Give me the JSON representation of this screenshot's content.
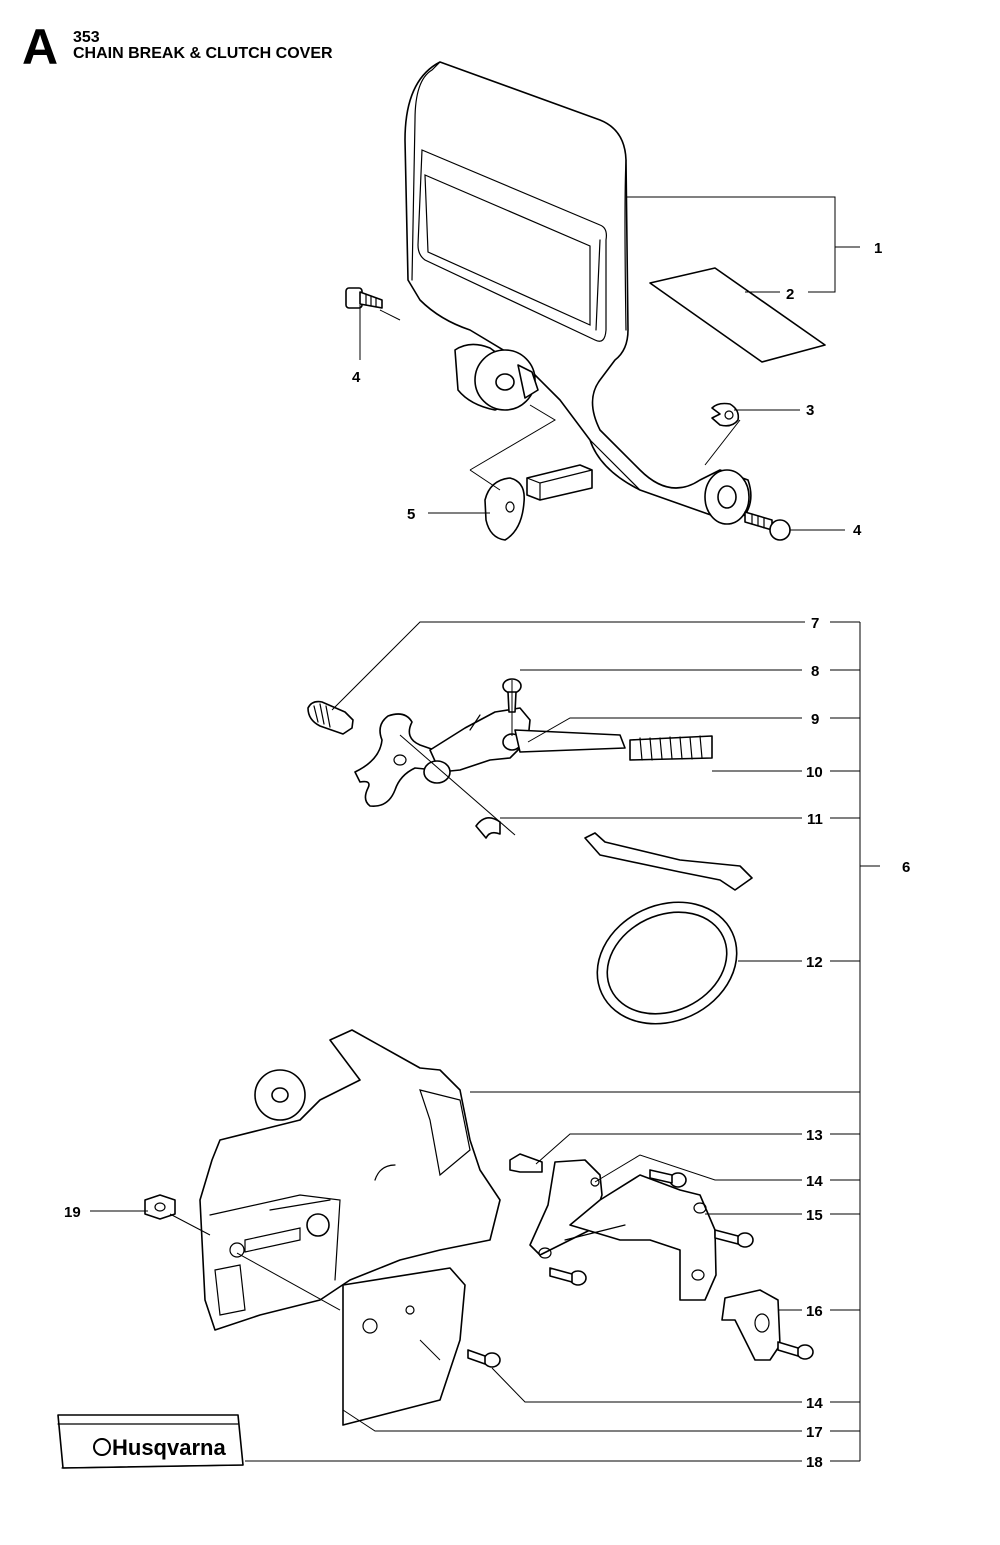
{
  "header": {
    "section_letter": "A",
    "model_number": "353",
    "title": "CHAIN BREAK & CLUTCH COVER"
  },
  "logo": {
    "brand": "Husqvarna"
  },
  "callouts": [
    "1",
    "2",
    "3",
    "4",
    "4",
    "5",
    "6",
    "7",
    "8",
    "9",
    "10",
    "11",
    "12",
    "13",
    "14",
    "14",
    "15",
    "16",
    "17",
    "18",
    "19"
  ]
}
